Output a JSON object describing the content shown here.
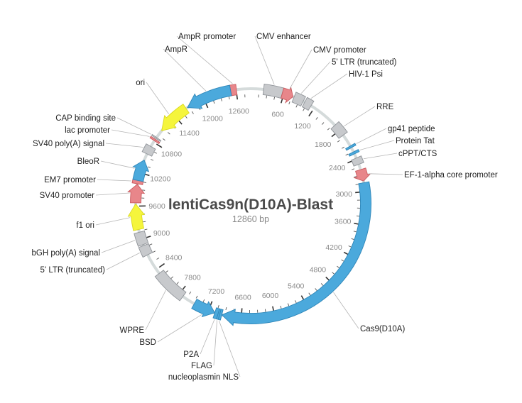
{
  "map": {
    "name": "lentiCas9n(D10A)-Blast",
    "length_label": "12860 bp",
    "total_bp": 12860
  },
  "tick_labels": [
    {
      "bp": 600,
      "text": "600"
    },
    {
      "bp": 1200,
      "text": "1200"
    },
    {
      "bp": 1800,
      "text": "1800"
    },
    {
      "bp": 2400,
      "text": "2400"
    },
    {
      "bp": 3000,
      "text": "3000"
    },
    {
      "bp": 3600,
      "text": "3600"
    },
    {
      "bp": 4200,
      "text": "4200"
    },
    {
      "bp": 4800,
      "text": "4800"
    },
    {
      "bp": 5400,
      "text": "5400"
    },
    {
      "bp": 6000,
      "text": "6000"
    },
    {
      "bp": 6600,
      "text": "6600"
    },
    {
      "bp": 7200,
      "text": "7200"
    },
    {
      "bp": 7800,
      "text": "7800"
    },
    {
      "bp": 8400,
      "text": "8400"
    },
    {
      "bp": 9000,
      "text": "9000"
    },
    {
      "bp": 9600,
      "text": "9600"
    },
    {
      "bp": 10200,
      "text": "10200"
    },
    {
      "bp": 10800,
      "text": "10800"
    },
    {
      "bp": 11400,
      "text": "11400"
    },
    {
      "bp": 12000,
      "text": "12000"
    },
    {
      "bp": 12600,
      "text": "12600"
    }
  ],
  "features": [
    {
      "id": "ampr-promoter",
      "label": "AmpR promoter",
      "start": 12500,
      "end": 12605,
      "type": "promoter",
      "dir": 0,
      "color": "#e8868a"
    },
    {
      "id": "ampr",
      "label": "AmpR",
      "start": 11670,
      "end": 12500,
      "type": "cds",
      "dir": -1,
      "color": "#4ba9dc"
    },
    {
      "id": "cmv-enhancer",
      "label": "CMV enhancer",
      "start": 230,
      "end": 570,
      "type": "misc",
      "dir": 0,
      "color": "#c7c9cc"
    },
    {
      "id": "cmv-promoter",
      "label": "CMV promoter",
      "start": 570,
      "end": 770,
      "type": "promoter",
      "dir": 1,
      "color": "#e8868a"
    },
    {
      "id": "ltr5",
      "label": "5' LTR (truncated)",
      "start": 790,
      "end": 970,
      "type": "misc",
      "dir": 0,
      "color": "#c7c9cc"
    },
    {
      "id": "hiv-psi",
      "label": "HIV-1 Psi",
      "start": 1000,
      "end": 1130,
      "type": "misc",
      "dir": 0,
      "color": "#c7c9cc"
    },
    {
      "id": "rre",
      "label": "RRE",
      "start": 1680,
      "end": 1910,
      "type": "misc",
      "dir": 0,
      "color": "#c7c9cc"
    },
    {
      "id": "gp41",
      "label": "gp41 peptide",
      "start": 2140,
      "end": 2175,
      "type": "cds",
      "dir": 0,
      "color": "#4ba9dc"
    },
    {
      "id": "tat",
      "label": "Protein Tat",
      "start": 2260,
      "end": 2300,
      "type": "cds",
      "dir": 0,
      "color": "#4ba9dc"
    },
    {
      "id": "cppt",
      "label": "cPPT/CTS",
      "start": 2380,
      "end": 2500,
      "type": "misc",
      "dir": 0,
      "color": "#c7c9cc"
    },
    {
      "id": "ef1a",
      "label": "EF-1-alpha core promoter",
      "start": 2600,
      "end": 2810,
      "type": "promoter",
      "dir": 1,
      "color": "#e8868a"
    },
    {
      "id": "cas9",
      "label": "Cas9(D10A)",
      "start": 2840,
      "end": 6950,
      "type": "cds",
      "dir": 1,
      "color": "#4ba9dc"
    },
    {
      "id": "nls",
      "label": "nucleoplasmin NLS",
      "start": 6950,
      "end": 6990,
      "type": "cds",
      "dir": 0,
      "color": "#4ba9dc"
    },
    {
      "id": "flag",
      "label": "FLAG",
      "start": 6990,
      "end": 7020,
      "type": "cds",
      "dir": 0,
      "color": "#4ba9dc"
    },
    {
      "id": "p2a",
      "label": "P2A",
      "start": 7020,
      "end": 7080,
      "type": "cds",
      "dir": 0,
      "color": "#4ba9dc"
    },
    {
      "id": "bsd",
      "label": "BSD",
      "start": 7080,
      "end": 7480,
      "type": "cds",
      "dir": -1,
      "color": "#4ba9dc"
    },
    {
      "id": "wpre",
      "label": "WPRE",
      "start": 7720,
      "end": 8310,
      "type": "misc",
      "dir": 0,
      "color": "#c7c9cc"
    },
    {
      "id": "ltr5b",
      "label": "5' LTR (truncated)",
      "start": 8700,
      "end": 8880,
      "type": "misc",
      "dir": 0,
      "color": "#c7c9cc"
    },
    {
      "id": "bgh",
      "label": "bGH poly(A) signal",
      "start": 8900,
      "end": 9130,
      "type": "misc",
      "dir": 0,
      "color": "#c7c9cc"
    },
    {
      "id": "f1ori",
      "label": "f1 ori",
      "start": 9180,
      "end": 9640,
      "type": "ori",
      "dir": 1,
      "color": "#f5f53c"
    },
    {
      "id": "sv40p",
      "label": "SV40 promoter",
      "start": 9660,
      "end": 9990,
      "type": "promoter",
      "dir": 1,
      "color": "#e8868a"
    },
    {
      "id": "em7",
      "label": "EM7 promoter",
      "start": 10000,
      "end": 10060,
      "type": "promoter",
      "dir": 0,
      "color": "#e8868a"
    },
    {
      "id": "bleor",
      "label": "BleoR",
      "start": 10060,
      "end": 10440,
      "type": "cds",
      "dir": 1,
      "color": "#4ba9dc"
    },
    {
      "id": "sv40pa",
      "label": "SV40 poly(A) signal",
      "start": 10560,
      "end": 10710,
      "type": "misc",
      "dir": 0,
      "color": "#c7c9cc"
    },
    {
      "id": "lacp",
      "label": "lac promoter",
      "start": 10830,
      "end": 10860,
      "type": "promoter",
      "dir": 0,
      "color": "#e8868a"
    },
    {
      "id": "cap",
      "label": "CAP binding site",
      "start": 10880,
      "end": 10900,
      "type": "misc",
      "dir": 0,
      "color": "#c7c9cc"
    },
    {
      "id": "ori",
      "label": "ori",
      "start": 11050,
      "end": 11640,
      "type": "ori",
      "dir": -1,
      "color": "#f5f53c"
    }
  ]
}
